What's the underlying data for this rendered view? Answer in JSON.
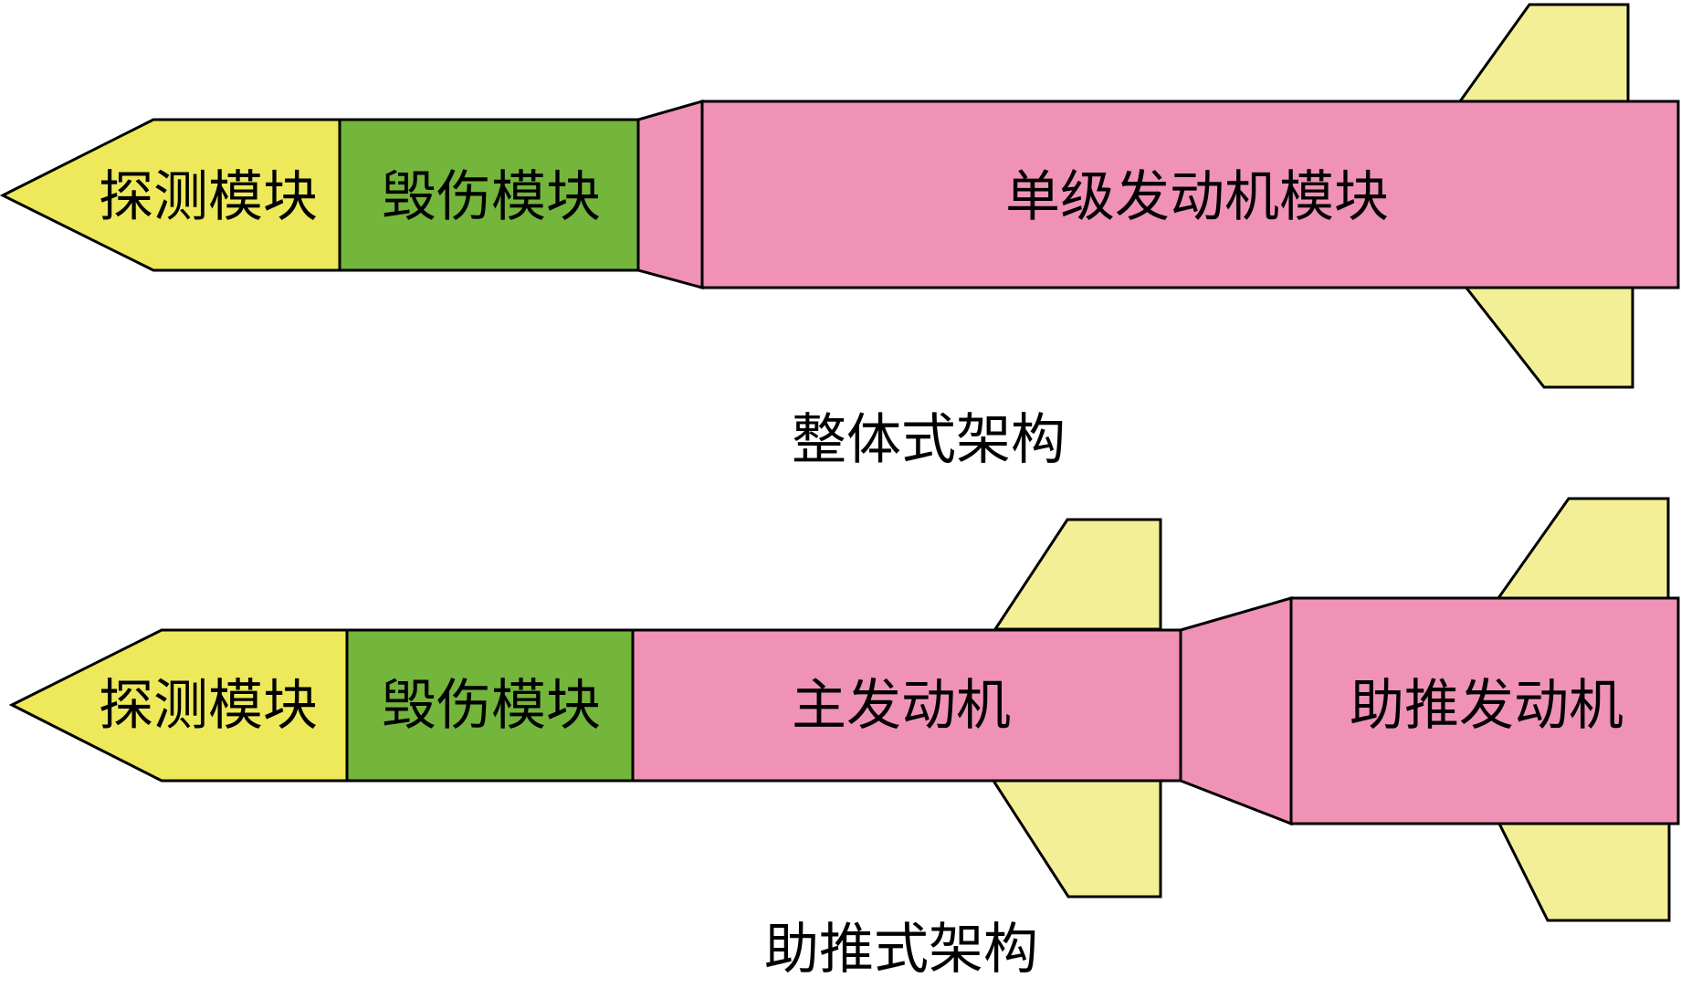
{
  "colors": {
    "detection": "#ede95a",
    "damage": "#74b53c",
    "engine": "#f092b6",
    "fin": "#f3ef96",
    "outline": "#000000"
  },
  "integrated": {
    "modules": {
      "detection": "探测模块",
      "damage": "毁伤模块",
      "engine": "单级发动机模块"
    },
    "caption": "整体式架构"
  },
  "boosted": {
    "modules": {
      "detection": "探测模块",
      "damage": "毁伤模块",
      "main_engine": "主发动机",
      "booster_engine": "助推发动机"
    },
    "caption": "助推式架构"
  }
}
